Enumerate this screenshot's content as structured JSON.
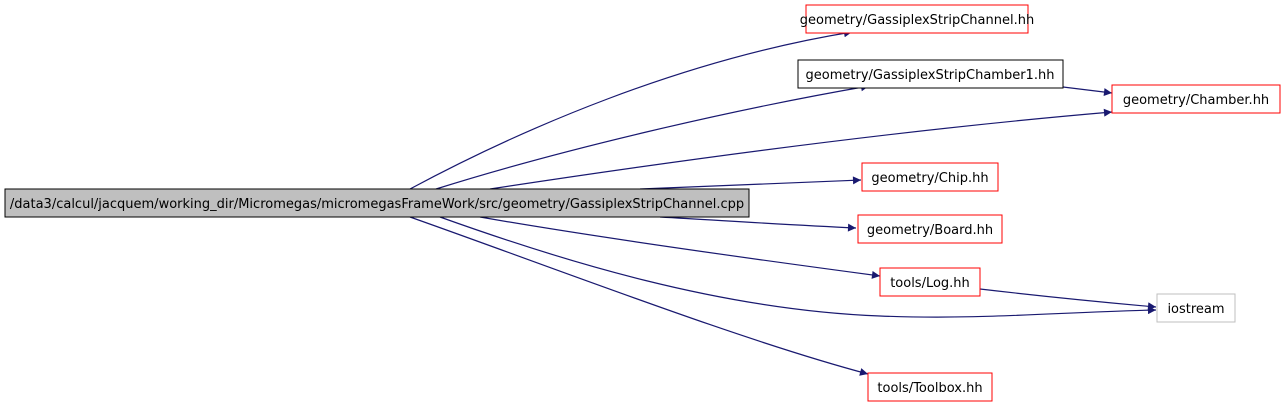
{
  "graph": {
    "source": {
      "label": "/data3/calcul/jacquem/working_dir/Micromegas/micromegasFrameWork/src/geometry/GassiplexStripChannel.cpp",
      "fill": "#bfbfbf",
      "border": "#000000"
    },
    "nodes": [
      {
        "id": "gsc_hh",
        "label": "geometry/GassiplexStripChannel.hh",
        "border": "#ff0000"
      },
      {
        "id": "gsch1_hh",
        "label": "geometry/GassiplexStripChamber1.hh",
        "border": "#000000"
      },
      {
        "id": "chamber_hh",
        "label": "geometry/Chamber.hh",
        "border": "#ff0000"
      },
      {
        "id": "chip_hh",
        "label": "geometry/Chip.hh",
        "border": "#ff0000"
      },
      {
        "id": "board_hh",
        "label": "geometry/Board.hh",
        "border": "#ff0000"
      },
      {
        "id": "log_hh",
        "label": "tools/Log.hh",
        "border": "#ff0000"
      },
      {
        "id": "iostream",
        "label": "iostream",
        "border": "#bfbfbf"
      },
      {
        "id": "toolbox_hh",
        "label": "tools/Toolbox.hh",
        "border": "#ff0000"
      }
    ],
    "edges": [
      {
        "from": "source",
        "to": "gsc_hh"
      },
      {
        "from": "source",
        "to": "gsch1_hh"
      },
      {
        "from": "source",
        "to": "chamber_hh"
      },
      {
        "from": "source",
        "to": "chip_hh"
      },
      {
        "from": "source",
        "to": "board_hh"
      },
      {
        "from": "source",
        "to": "log_hh"
      },
      {
        "from": "source",
        "to": "iostream"
      },
      {
        "from": "source",
        "to": "toolbox_hh"
      },
      {
        "from": "gsch1_hh",
        "to": "chamber_hh"
      },
      {
        "from": "log_hh",
        "to": "iostream"
      }
    ],
    "edge_color": "#191970"
  }
}
